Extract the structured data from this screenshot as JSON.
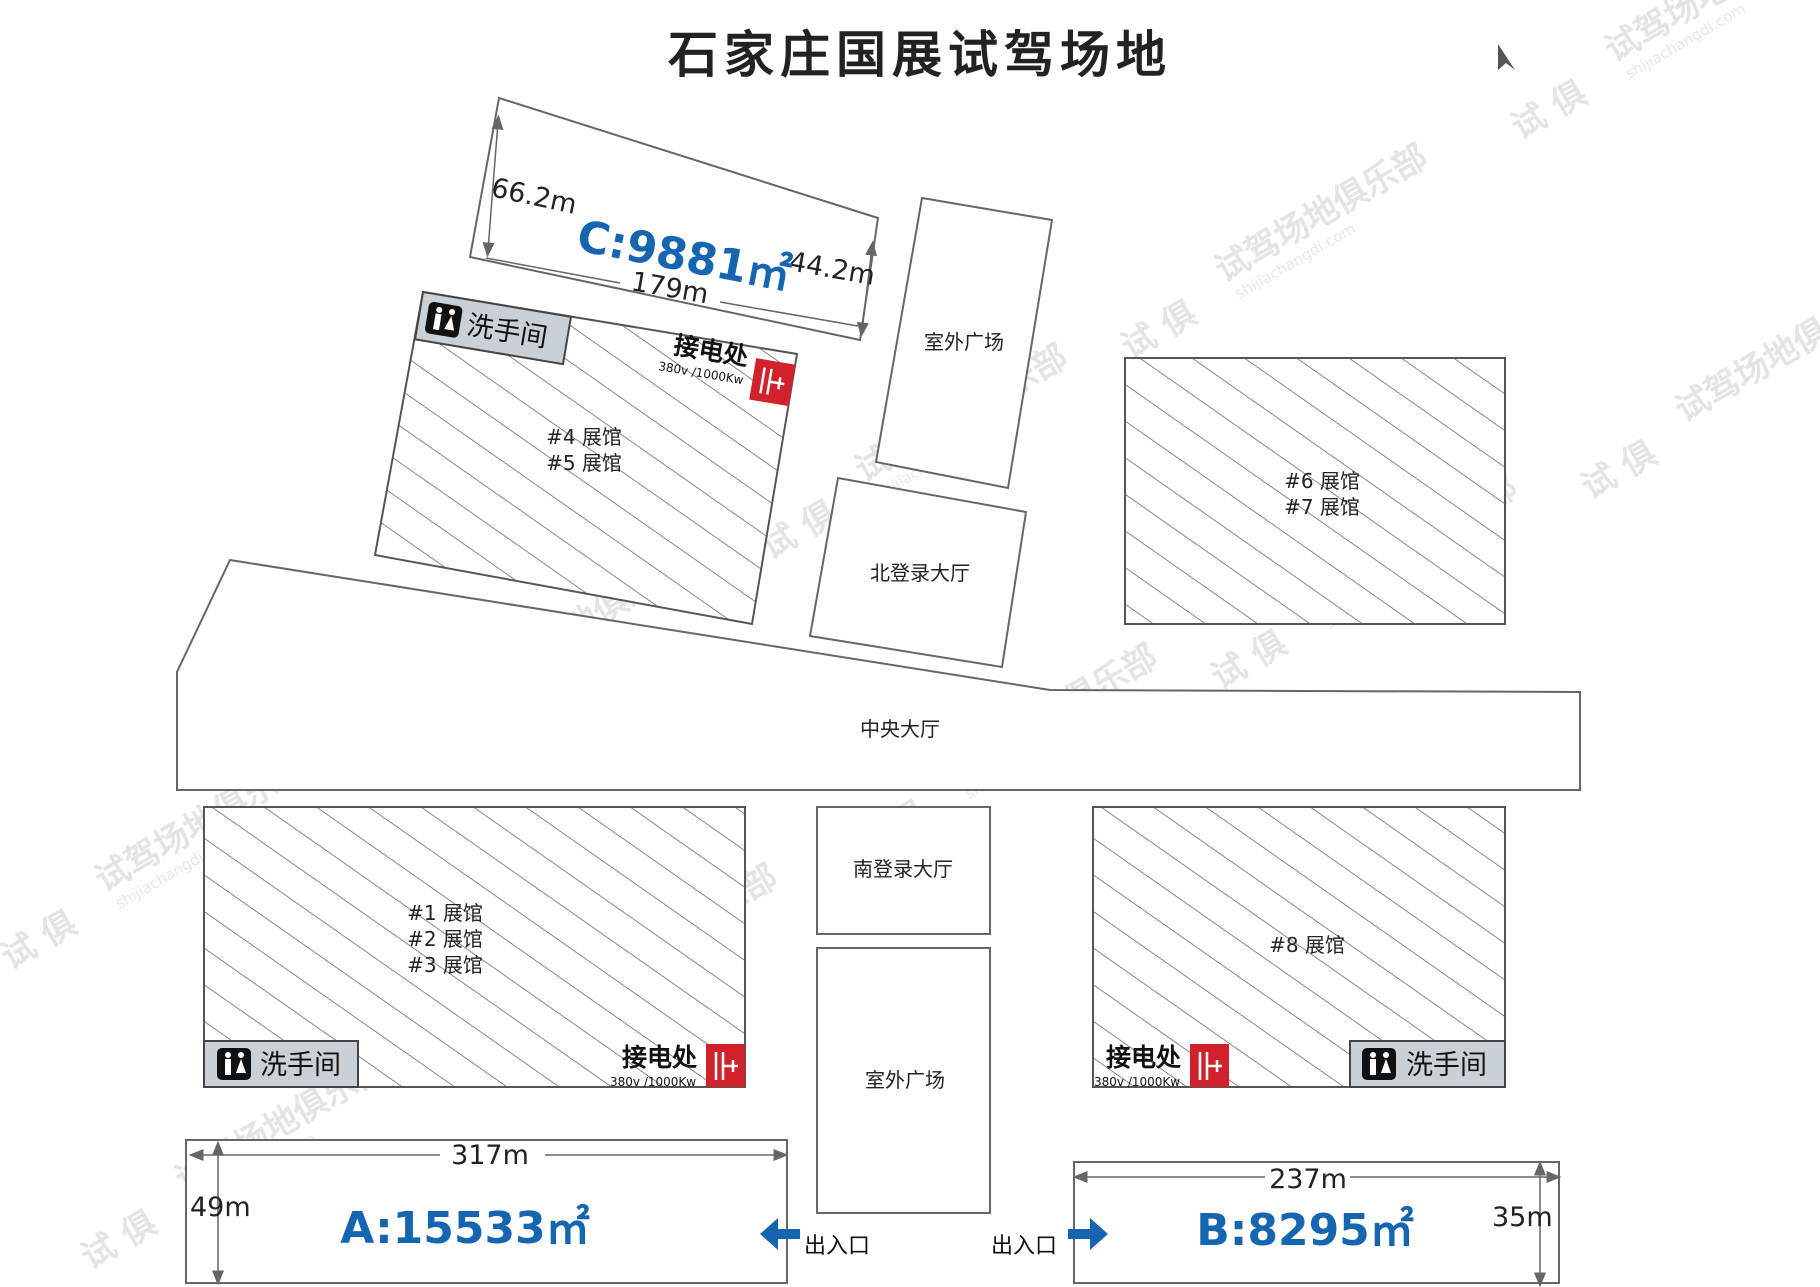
{
  "title": "石家庄国展试驾场地",
  "watermark": {
    "text": "试驾场地俱乐部",
    "url": "shijiachangdi.com",
    "logo": "试 俱"
  },
  "halls": {
    "h45": [
      "#4 展馆",
      "#5 展馆"
    ],
    "h67": [
      "#6 展馆",
      "#7 展馆"
    ],
    "h123": [
      "#1 展馆",
      "#2 展馆",
      "#3 展馆"
    ],
    "h8": [
      "#8 展馆"
    ]
  },
  "areas": {
    "plaza_north": "室外广场",
    "north_lobby": "北登录大厅",
    "central_hall": "中央大厅",
    "south_lobby": "南登录大厅",
    "plaza_south": "室外广场"
  },
  "zones": {
    "A": {
      "label": "A:15533㎡",
      "width": "317m",
      "height": "49m"
    },
    "B": {
      "label": "B:8295㎡",
      "width": "237m",
      "height": "35m"
    },
    "C": {
      "label": "C:9881㎡",
      "length": "179m",
      "left_side": "66.2m",
      "right_side": "44.2m"
    }
  },
  "restroom": {
    "label": "洗手间",
    "icon": "restroom-icon"
  },
  "power": {
    "label": "接电处",
    "spec": "380v /1000Kw",
    "icon": "power-outlet-icon"
  },
  "entrance": {
    "label": "出入口",
    "icon": "arrow-icon"
  },
  "colors": {
    "accent_blue": "#1565b0",
    "power_red": "#d1222b",
    "sign_gray": "#c9d0d6"
  }
}
